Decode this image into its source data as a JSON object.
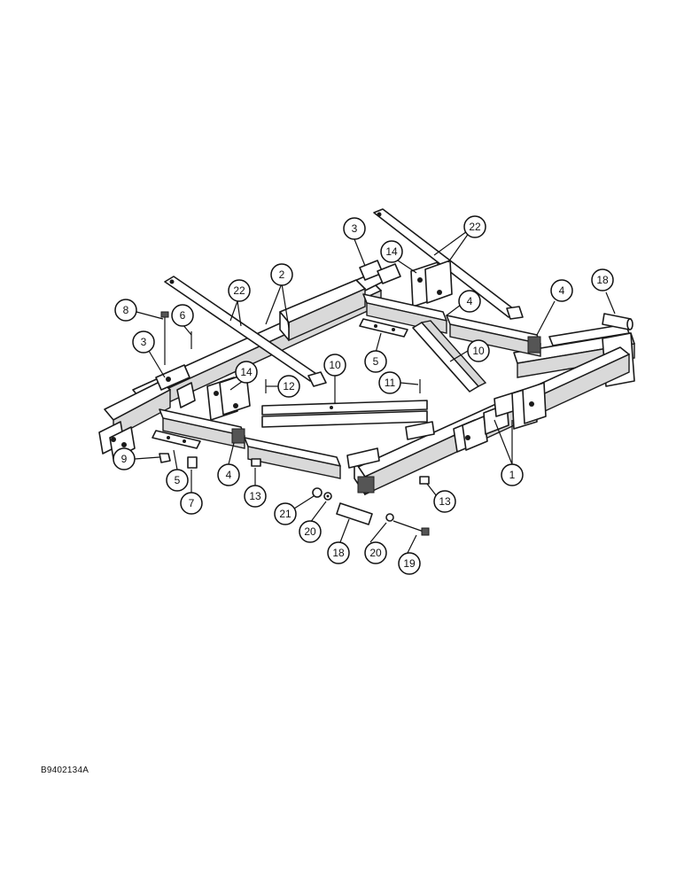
{
  "diagram": {
    "reference_code": "B9402134A",
    "callouts": [
      {
        "id": "c1",
        "label": "1"
      },
      {
        "id": "c2",
        "label": "2"
      },
      {
        "id": "c3a",
        "label": "3"
      },
      {
        "id": "c3b",
        "label": "3"
      },
      {
        "id": "c4a",
        "label": "4"
      },
      {
        "id": "c4b",
        "label": "4"
      },
      {
        "id": "c4c",
        "label": "4"
      },
      {
        "id": "c5a",
        "label": "5"
      },
      {
        "id": "c5b",
        "label": "5"
      },
      {
        "id": "c6",
        "label": "6"
      },
      {
        "id": "c7",
        "label": "7"
      },
      {
        "id": "c8",
        "label": "8"
      },
      {
        "id": "c9",
        "label": "9"
      },
      {
        "id": "c10a",
        "label": "10"
      },
      {
        "id": "c10b",
        "label": "10"
      },
      {
        "id": "c11",
        "label": "11"
      },
      {
        "id": "c12",
        "label": "12"
      },
      {
        "id": "c13a",
        "label": "13"
      },
      {
        "id": "c13b",
        "label": "13"
      },
      {
        "id": "c14a",
        "label": "14"
      },
      {
        "id": "c14b",
        "label": "14"
      },
      {
        "id": "c18a",
        "label": "18"
      },
      {
        "id": "c18b",
        "label": "18"
      },
      {
        "id": "c19",
        "label": "19"
      },
      {
        "id": "c20a",
        "label": "20"
      },
      {
        "id": "c20b",
        "label": "20"
      },
      {
        "id": "c21",
        "label": "21"
      },
      {
        "id": "c22a",
        "label": "22"
      },
      {
        "id": "c22b",
        "label": "22"
      }
    ]
  }
}
